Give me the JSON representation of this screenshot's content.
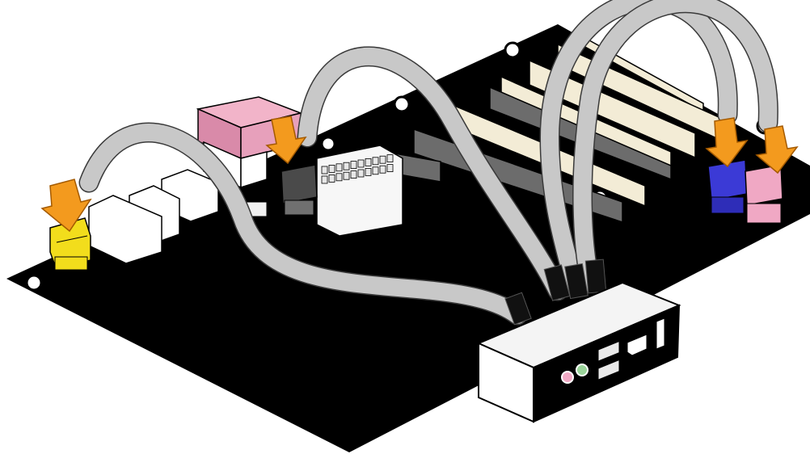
{
  "colors": {
    "board": "#000000",
    "cable": "#c8c8c8",
    "cable_edge": "#3a3a3a",
    "arrow": "#f39a1e",
    "header_yellow": "#f2dd1c",
    "header_blue": "#3b3ad6",
    "header_pink": "#f0a8c4",
    "header_grey": "#3f3f3f",
    "slot_cream": "#f3ecd6",
    "slot_grey": "#6c6c6c",
    "io_pink": "#e199b8",
    "front_panel": "#f2f2f2"
  },
  "icons": [
    "down-arrow-icon",
    "usb-port-icon",
    "audio-jack-icon",
    "firewire-port-icon",
    "card-reader-slot-icon"
  ],
  "headers": [
    "yellow",
    "grey",
    "blue",
    "pink"
  ],
  "front_panel_ports": {
    "usb": 2,
    "audio_jacks": [
      "pink",
      "green"
    ],
    "firewire": 1,
    "card_slot": 1
  }
}
